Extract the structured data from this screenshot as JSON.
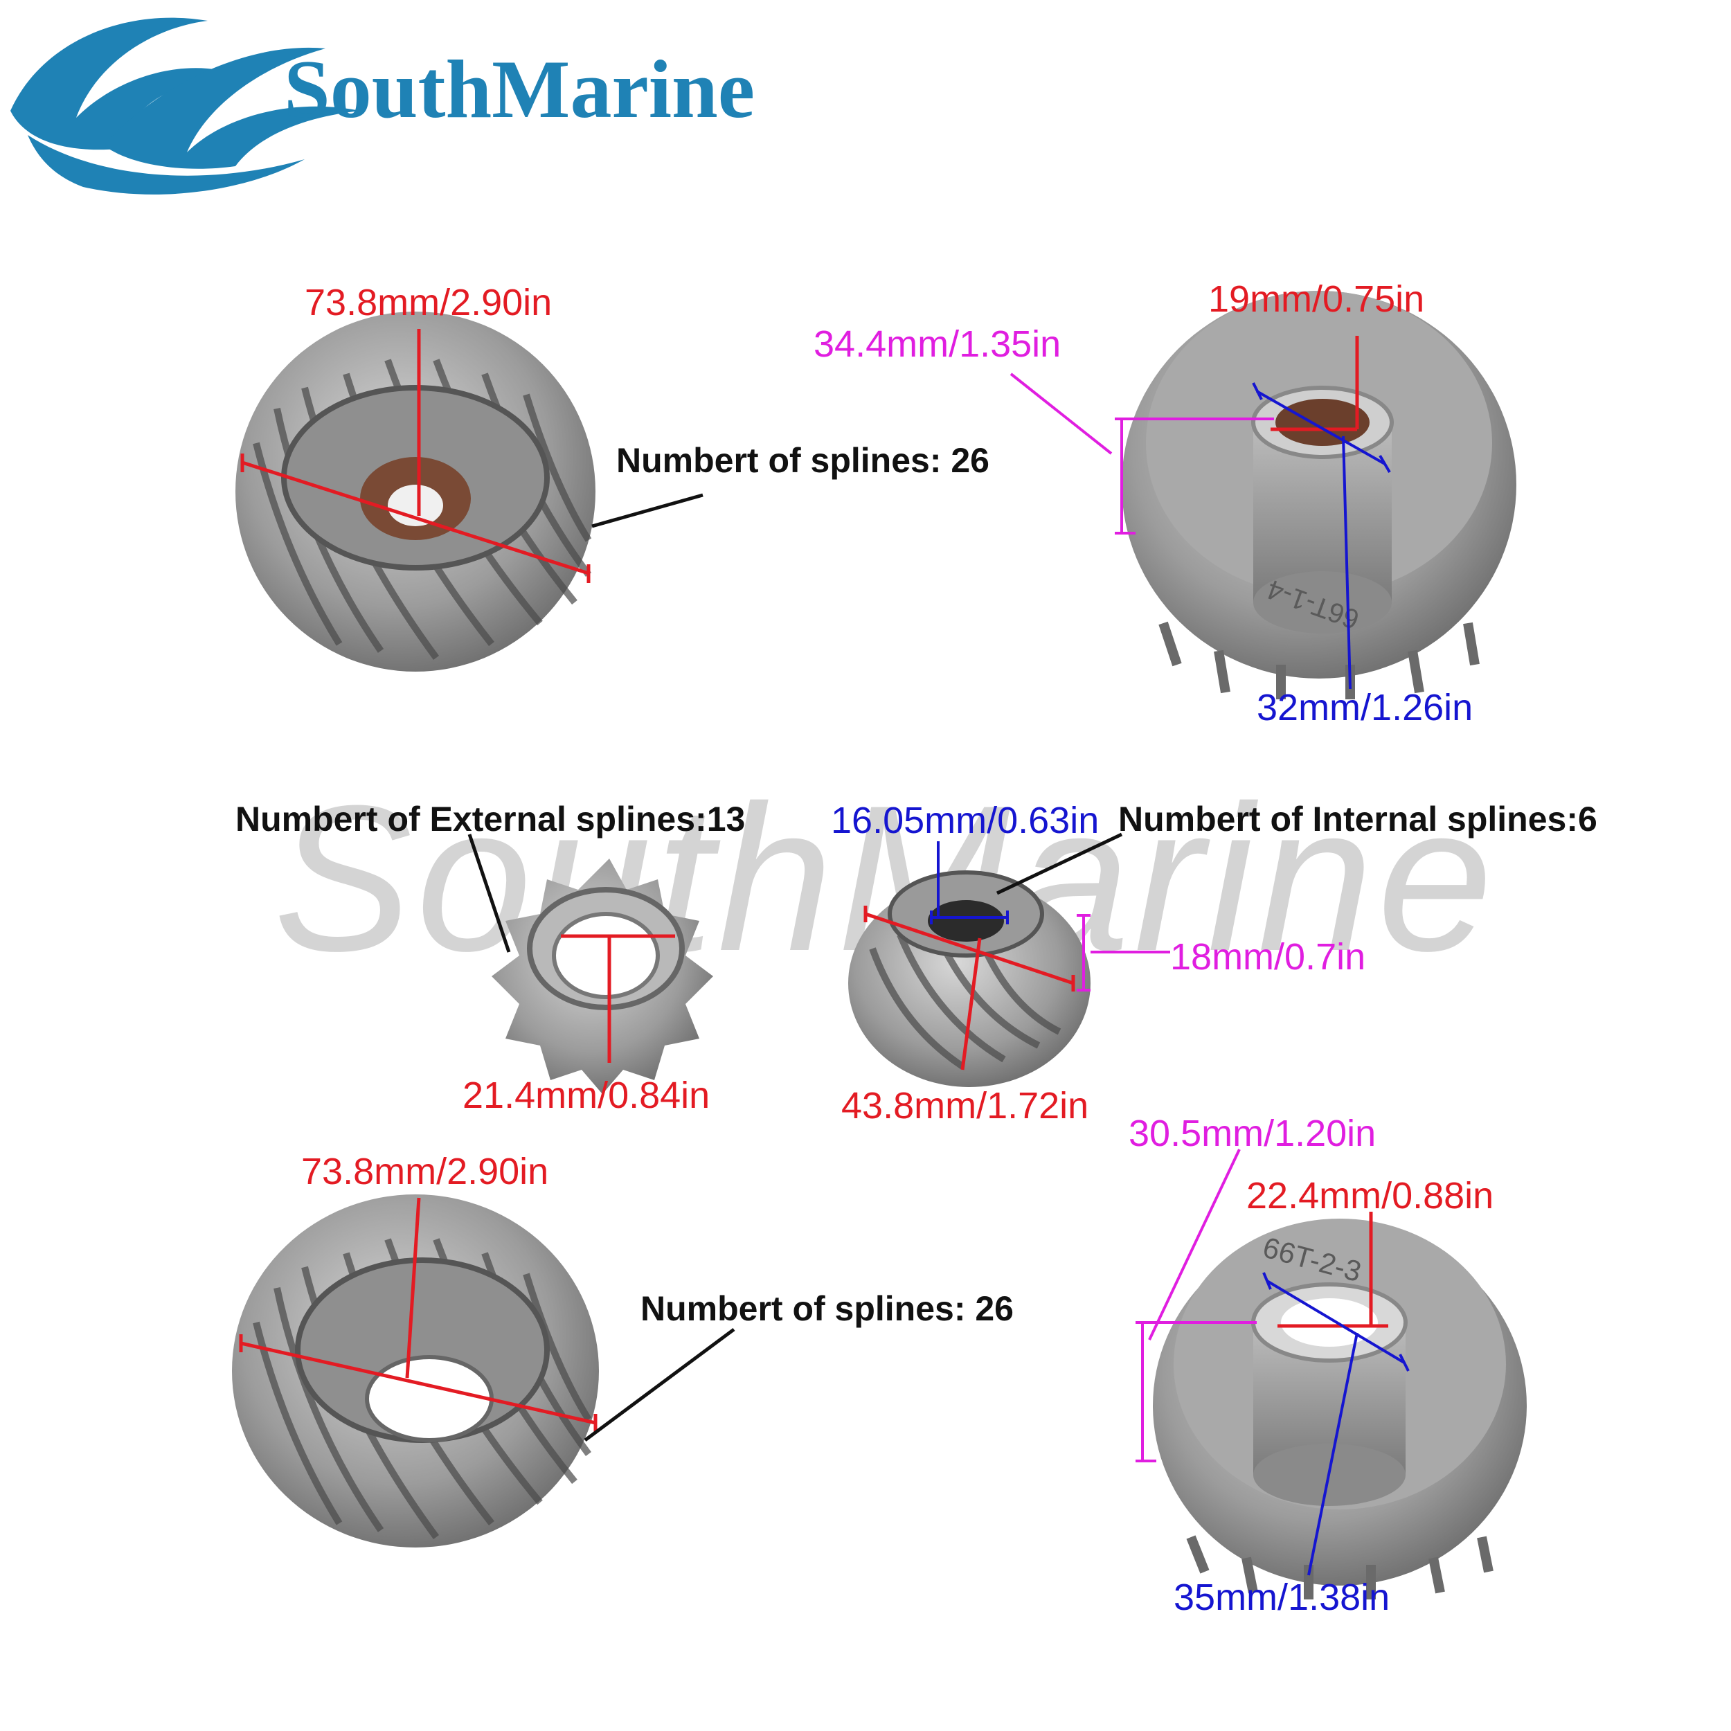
{
  "brand": {
    "name": "SouthMarine",
    "watermark": "SouthMarine",
    "logo_icon": "wave-swoosh-icon",
    "color": "#1f82b5"
  },
  "colors": {
    "red_dimension": "#e31b23",
    "magenta_dimension": "#e01ee0",
    "blue_dimension": "#1515d0",
    "callout": "#111111"
  },
  "gears": {
    "forward_gear_top": {
      "diameter": "73.8mm/2.90in",
      "splines": "Numbert of splines: 26"
    },
    "bearing_gear_top": {
      "bore": "19mm/0.75in",
      "height": "34.4mm/1.35in",
      "hub": "32mm/1.26in",
      "stamp": "66T-1-4"
    },
    "pinion_external": {
      "splines": "Numbert of External splines:13",
      "bore": "21.4mm/0.84in"
    },
    "pinion_internal": {
      "bore": "16.05mm/0.63in",
      "splines": "Numbert of Internal splines:6",
      "height": "18mm/0.7in",
      "diameter": "43.8mm/1.72in"
    },
    "reverse_gear_bottom": {
      "diameter": "73.8mm/2.90in",
      "splines": "Numbert of splines: 26"
    },
    "bearing_gear_bottom": {
      "height": "30.5mm/1.20in",
      "bore": "22.4mm/0.88in",
      "hub": "35mm/1.38in",
      "stamp": "66T-2-3"
    }
  }
}
